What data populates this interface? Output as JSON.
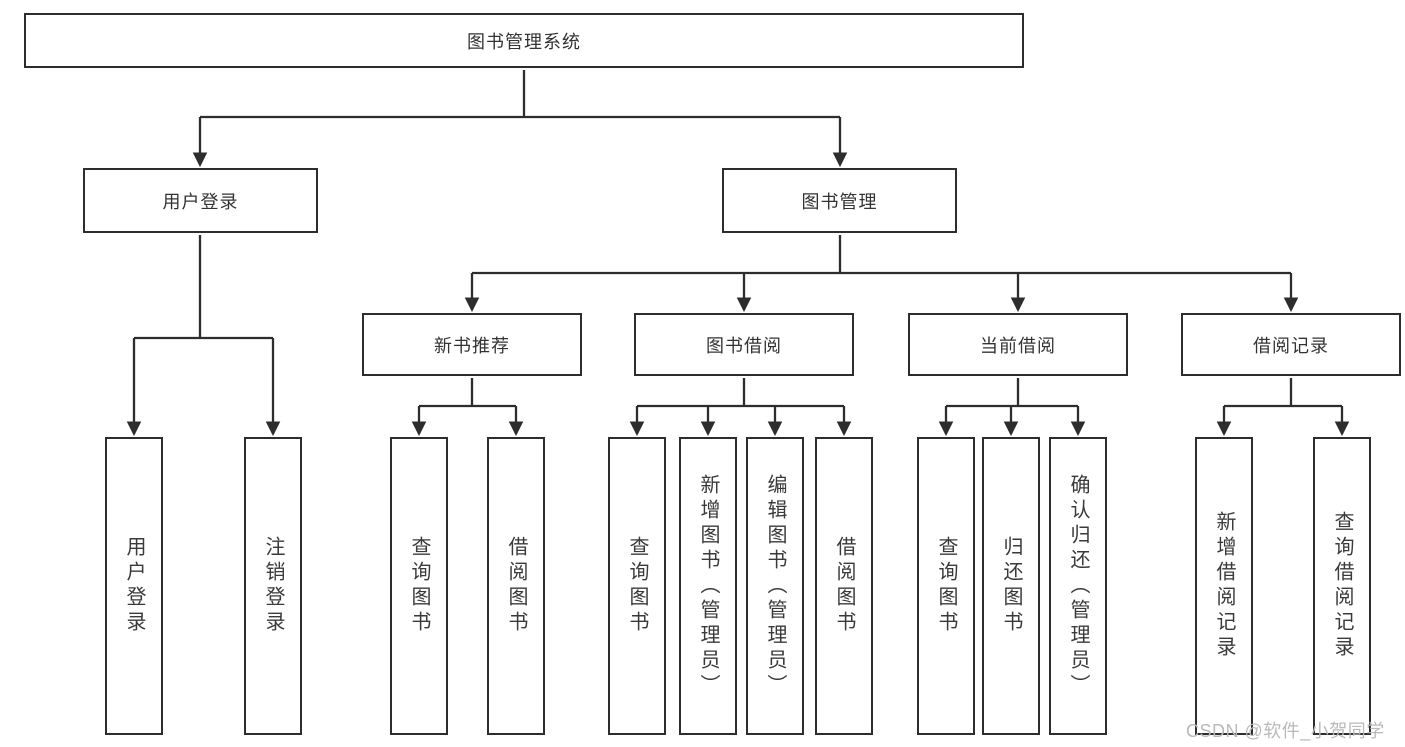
{
  "tree": {
    "root": {
      "label": "图书管理系统",
      "children": [
        {
          "label": "用户登录",
          "children": [
            {
              "label": "用户登录"
            },
            {
              "label": "注销登录"
            }
          ]
        },
        {
          "label": "图书管理",
          "children": [
            {
              "label": "新书推荐",
              "children": [
                {
                  "label": "查询图书"
                },
                {
                  "label": "借阅图书"
                }
              ]
            },
            {
              "label": "图书借阅",
              "children": [
                {
                  "label": "查询图书"
                },
                {
                  "label": "新增图书（管理员）"
                },
                {
                  "label": "编辑图书（管理员）"
                },
                {
                  "label": "借阅图书"
                }
              ]
            },
            {
              "label": "当前借阅",
              "children": [
                {
                  "label": "查询图书"
                },
                {
                  "label": "归还图书"
                },
                {
                  "label": "确认归还（管理员）"
                }
              ]
            },
            {
              "label": "借阅记录",
              "children": [
                {
                  "label": "新增借阅记录"
                },
                {
                  "label": "查询借阅记录"
                }
              ]
            }
          ]
        }
      ]
    }
  },
  "watermark": "CSDN @软件_小贺同学",
  "colors": {
    "line": "#2d2d2d",
    "box_border": "#2d2d2d",
    "text": "#333333",
    "watermark_text": "#b9b9b9",
    "background": "#ffffff"
  }
}
